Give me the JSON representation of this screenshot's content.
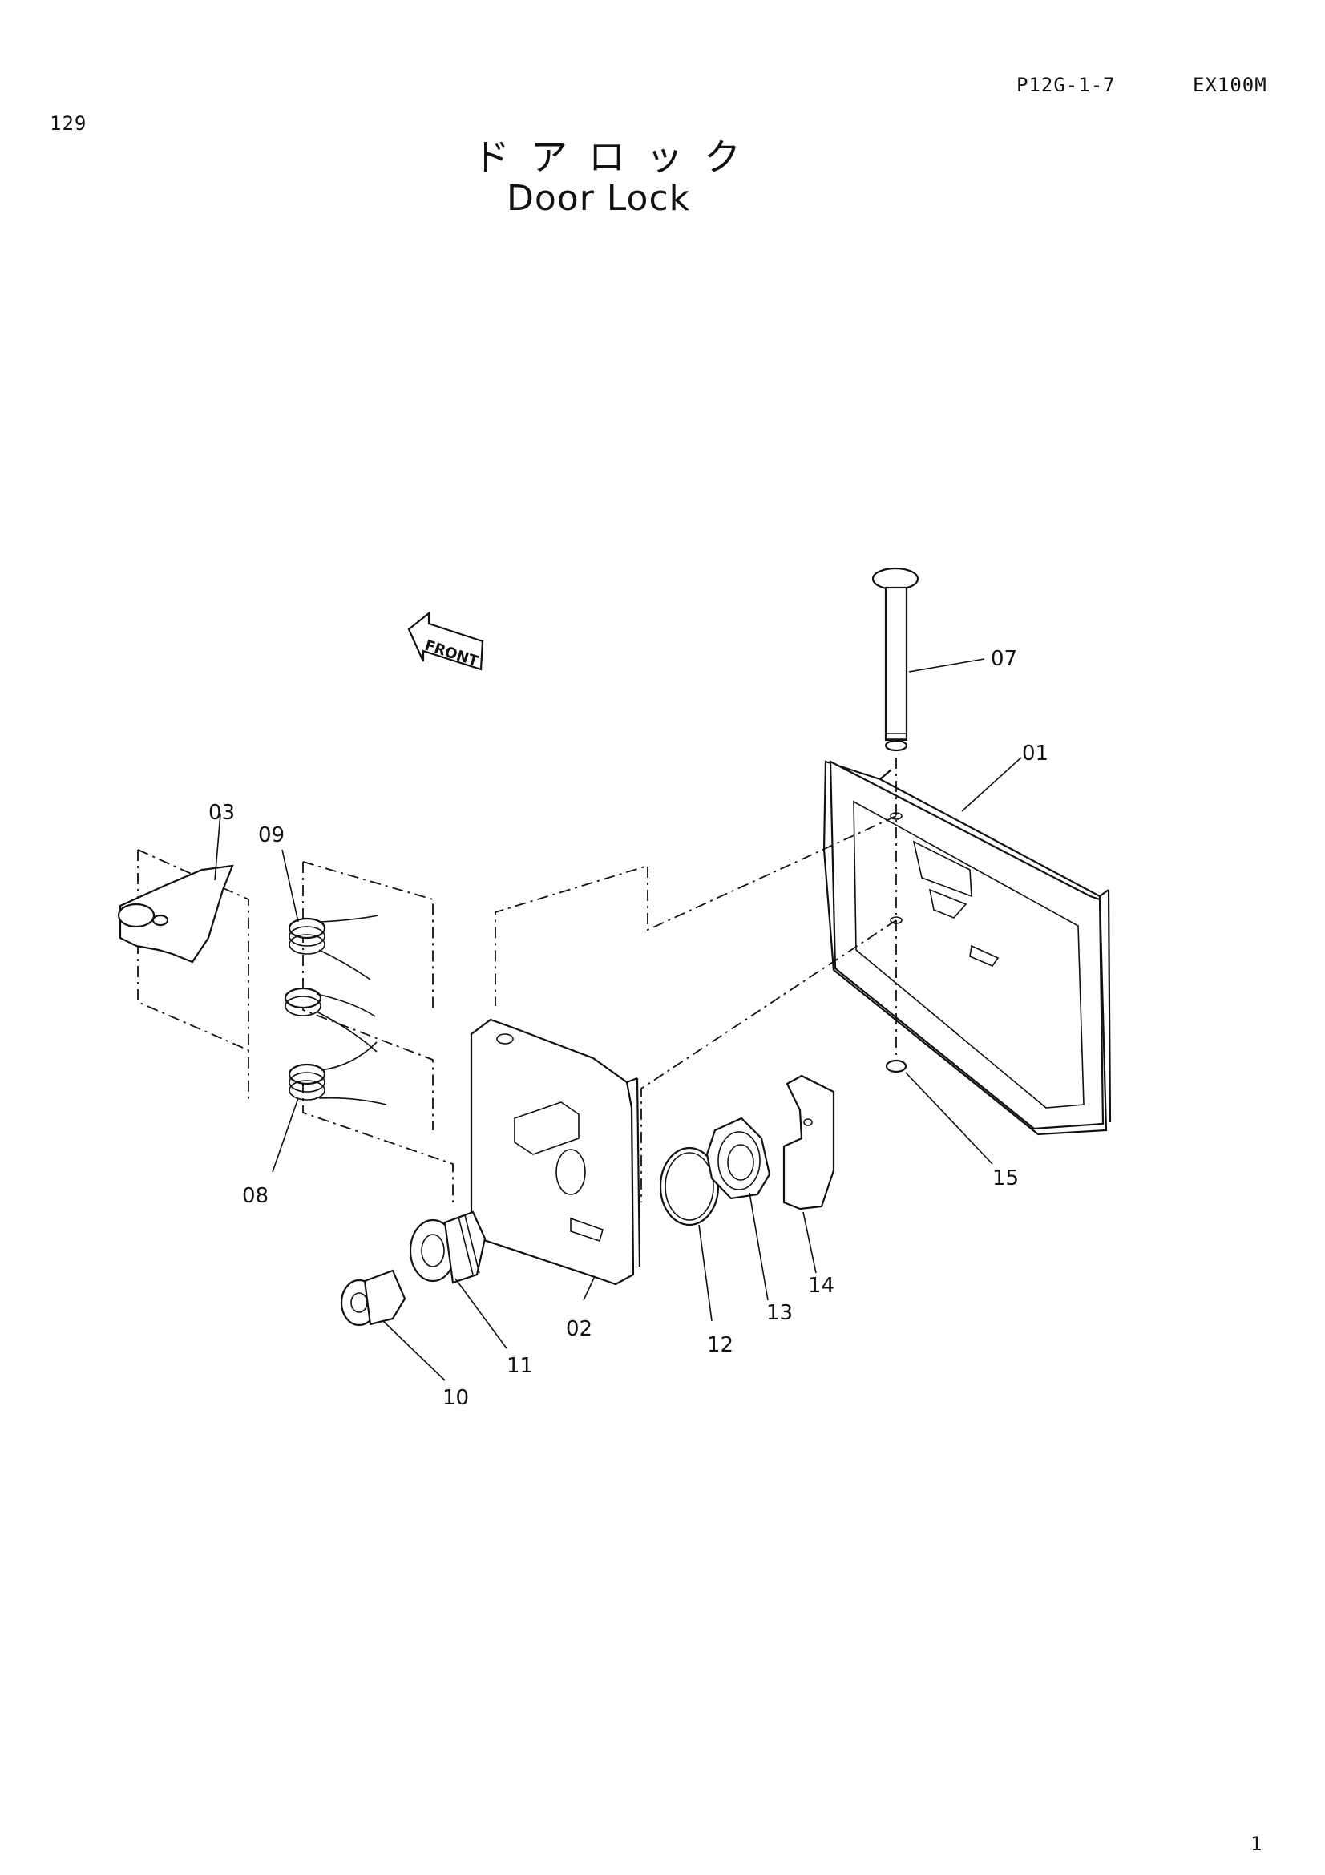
{
  "header": {
    "page_number": "129",
    "catalog_code": "P12G-1-7",
    "model": "EX100M",
    "title_jp": "ドアロック",
    "title_en": "Door Lock"
  },
  "diagram": {
    "front_label": "FRONT",
    "callouts": [
      {
        "id": "01",
        "text": "01"
      },
      {
        "id": "02",
        "text": "02"
      },
      {
        "id": "03",
        "text": "03"
      },
      {
        "id": "07",
        "text": "07"
      },
      {
        "id": "08",
        "text": "08"
      },
      {
        "id": "09",
        "text": "09"
      },
      {
        "id": "10",
        "text": "10"
      },
      {
        "id": "11",
        "text": "11"
      },
      {
        "id": "12",
        "text": "12"
      },
      {
        "id": "13",
        "text": "13"
      },
      {
        "id": "14",
        "text": "14"
      },
      {
        "id": "15",
        "text": "15"
      }
    ]
  },
  "footer": {
    "page": "1"
  }
}
